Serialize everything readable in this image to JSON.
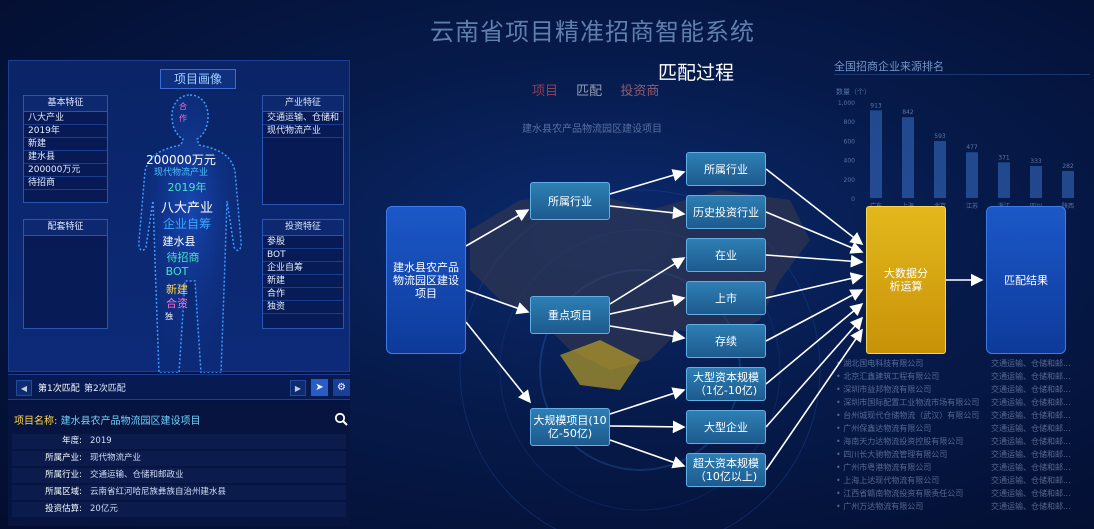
{
  "system_title": "云南省项目精准招商智能系统",
  "process_title": "匹配过程",
  "bg_tabs": [
    "项目",
    "匹配",
    "投资商"
  ],
  "bg_subtitle": "建水县农产品物流园区建设项目",
  "ranking_title": "全国招商企业来源排名",
  "ranking_chart": {
    "ylabel": "数量（个）",
    "yticks": [
      "1,000",
      "800",
      "600",
      "400",
      "200",
      "0"
    ],
    "values": [
      913,
      842,
      593,
      477,
      371,
      333,
      282
    ],
    "labels": [
      "913",
      "842",
      "593",
      "477",
      "371",
      "333",
      "282"
    ],
    "categories": [
      "广东",
      "上海",
      "北京",
      "江苏",
      "浙江",
      "四川",
      "陕西"
    ]
  },
  "bg_list": [
    {
      "name": "湖北国电科技有限公司",
      "ind": "交通运输、仓储和邮..."
    },
    {
      "name": "北京汇鑫建筑工程有限公司",
      "ind": "交通运输、仓储和邮..."
    },
    {
      "name": "深圳市益邦物流有限公司",
      "ind": "交通运输、仓储和邮..."
    },
    {
      "name": "深圳市国际配置工业物流市场有限公司",
      "ind": "交通运输、仓储和邮..."
    },
    {
      "name": "台州城现代仓储物流（武汉）有限公司",
      "ind": "交通运输、仓储和邮..."
    },
    {
      "name": "广州保鑫达物流有限公司",
      "ind": "交通运输、仓储和邮..."
    },
    {
      "name": "海南天力达物流投资控股有限公司",
      "ind": "交通运输、仓储和邮..."
    },
    {
      "name": "四川长大驰物流管理有限公司",
      "ind": "交通运输、仓储和邮..."
    },
    {
      "name": "广州市粤港物流有限公司",
      "ind": "交通运输、仓储和邮..."
    },
    {
      "name": "上海上达现代物流有限公司",
      "ind": "交通运输、仓储和邮..."
    },
    {
      "name": "江西省赣南物流投资有限责任公司",
      "ind": "交通运输、仓储和邮..."
    },
    {
      "name": "广州万达物流有限公司",
      "ind": "交通运输、仓储和邮..."
    }
  ],
  "portrait": {
    "title": "项目画像",
    "basic": {
      "title": "基本特征",
      "items": [
        "八大产业",
        "2019年",
        "新建",
        "建水县",
        "200000万元",
        "待招商"
      ]
    },
    "industry": {
      "title": "产业特征",
      "items": [
        "交通运输、仓储和",
        "现代物流产业"
      ]
    },
    "support": {
      "title": "配套特征",
      "items": []
    },
    "invest": {
      "title": "投资特征",
      "items": [
        "参股",
        "BOT",
        "企业自筹",
        "新建",
        "合作",
        "独资"
      ]
    },
    "cloud": [
      {
        "text": "合",
        "color": "#ff6ad5"
      },
      {
        "text": "作",
        "color": "#ff6ad5"
      },
      {
        "text": "200000万元",
        "color": "#ffffff"
      },
      {
        "text": "现代物流产业",
        "color": "#4ec3ff"
      },
      {
        "text": "2019年",
        "color": "#49e0c6"
      },
      {
        "text": "八大产业",
        "color": "#ffffff"
      },
      {
        "text": "企业自筹",
        "color": "#3aa8ff"
      },
      {
        "text": "建水县",
        "color": "#ffffff"
      },
      {
        "text": "待招商",
        "color": "#49e0c6"
      },
      {
        "text": "BOT",
        "color": "#49e0c6"
      },
      {
        "text": "新建",
        "color": "#ffd84a"
      },
      {
        "text": "合资",
        "color": "#ff6ad5"
      },
      {
        "text": "独",
        "color": "#ffffff"
      }
    ]
  },
  "match": {
    "prev_icon": "chevron-left-icon",
    "next_icon": "chevron-right-icon",
    "tab1": "第1次匹配",
    "tab2": "第2次匹配",
    "send_icon": "send-icon",
    "settings_icon": "gear-icon"
  },
  "detail": {
    "name_label": "项目名称:",
    "name_value": "建水县农产品物流园区建设项目",
    "search_icon": "search-icon",
    "rows": [
      {
        "k": "年度:",
        "v": "2019"
      },
      {
        "k": "所属产业:",
        "v": "现代物流产业"
      },
      {
        "k": "所属行业:",
        "v": "交通运输、仓储和邮政业"
      },
      {
        "k": "所属区域:",
        "v": "云南省红河哈尼族彝族自治州建水县"
      },
      {
        "k": "投资估算:",
        "v": "20亿元"
      }
    ]
  },
  "flow": {
    "source": "建水县农产品物流园区建设项目",
    "level1": [
      "所属行业",
      "重点项目",
      "大规模项目(10亿-50亿)"
    ],
    "level2": [
      "所属行业",
      "历史投资行业",
      "在业",
      "上市",
      "存续",
      "大型资本规模（1亿-10亿)",
      "大型企业",
      "超大资本规模（10亿以上)"
    ],
    "analysis": "大数据分析运算",
    "result": "匹配结果"
  },
  "colors": {
    "accent": "#2e7fb4",
    "analysis": "#e3b81c",
    "source": "#1c58c8"
  }
}
